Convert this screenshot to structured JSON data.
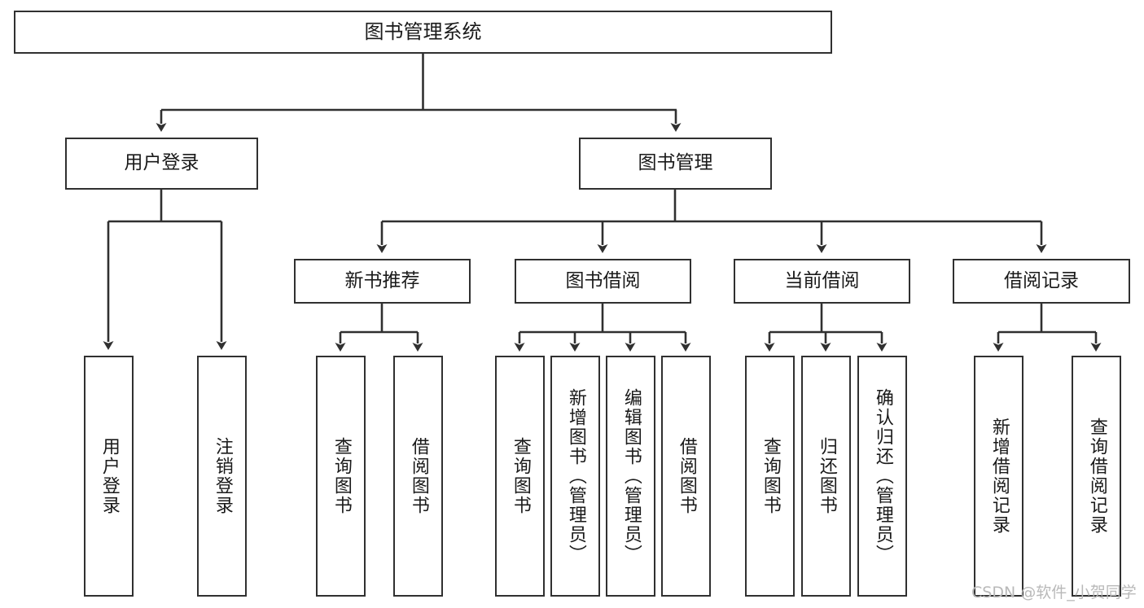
{
  "diagram": {
    "type": "tree-hierarchy",
    "title": "图书管理系统",
    "orientation": "top-down",
    "colors": {
      "box_border": "#303030",
      "box_fill": "#ffffff",
      "connector": "#303030",
      "text": "#1a1a1a",
      "watermark": "#b9b9b9"
    },
    "watermark": "CSDN @软件_小贺同学",
    "levels": {
      "root": {
        "label": "图书管理系统"
      },
      "level2": [
        {
          "label": "用户登录"
        },
        {
          "label": "图书管理"
        }
      ],
      "level3": [
        {
          "label": "新书推荐"
        },
        {
          "label": "图书借阅"
        },
        {
          "label": "当前借阅"
        },
        {
          "label": "借阅记录"
        }
      ],
      "leaves": {
        "user_login": [
          {
            "label": "用户登录"
          },
          {
            "label": "注销登录"
          }
        ],
        "new_book_recommend": [
          {
            "label": "查询图书"
          },
          {
            "label": "借阅图书"
          }
        ],
        "book_borrow": [
          {
            "label": "查询图书"
          },
          {
            "label": "新增图书（管理员）"
          },
          {
            "label": "编辑图书（管理员）"
          },
          {
            "label": "借阅图书"
          }
        ],
        "current_borrow": [
          {
            "label": "查询图书"
          },
          {
            "label": "归还图书"
          },
          {
            "label": "确认归还（管理员）"
          }
        ],
        "borrow_records": [
          {
            "label": "新增借阅记录"
          },
          {
            "label": "查询借阅记录"
          }
        ]
      }
    }
  }
}
